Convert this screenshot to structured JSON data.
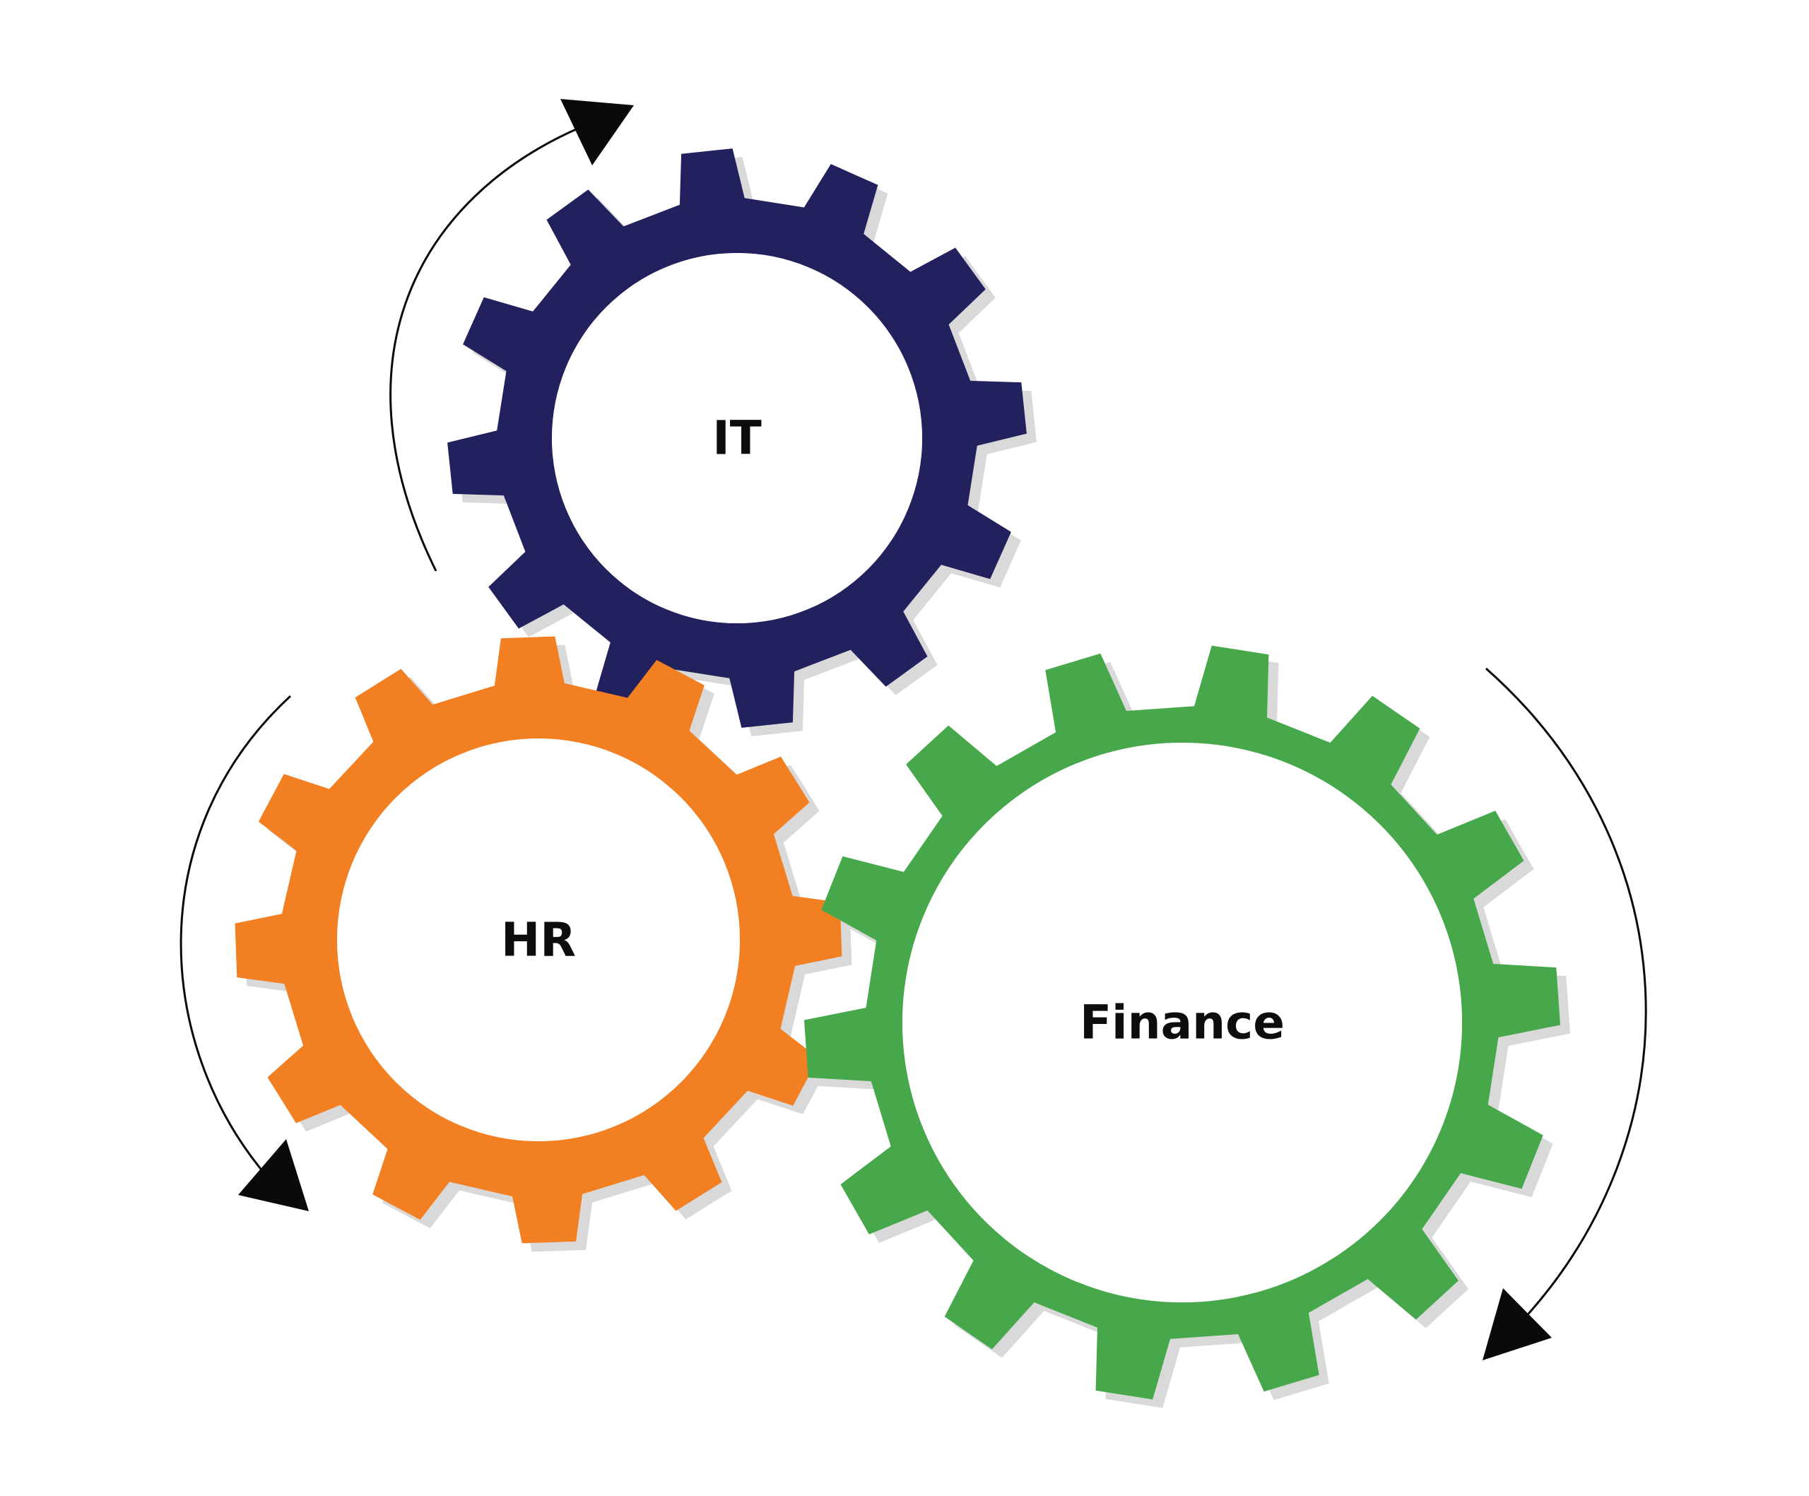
{
  "diagram": {
    "gears": [
      {
        "id": "it",
        "label": "IT",
        "color": "#23215d"
      },
      {
        "id": "hr",
        "label": "HR",
        "color": "#f28023"
      },
      {
        "id": "finance",
        "label": "Finance",
        "color": "#46a84a"
      }
    ],
    "shadow_color": "#d9d9d9",
    "arrow_color": "#0a0a0a"
  }
}
